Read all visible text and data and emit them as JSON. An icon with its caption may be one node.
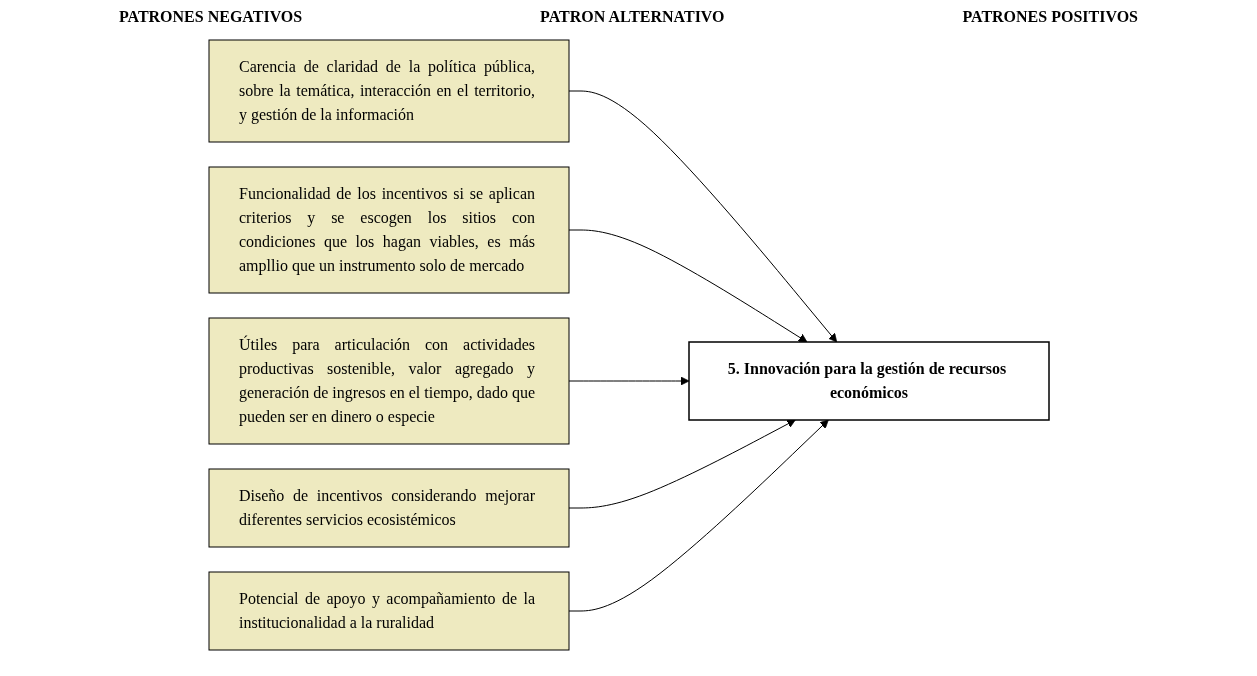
{
  "diagram": {
    "nodes": [
      {
        "text": [
          "Carencia de claridad de la política pública, sobre la temática, interacción en el territorio, y gestión de la información"
        ]
      },
      {
        "text": [
          "5. Innovación para la gestión de recursos económicos"
        ]
      },
      {
        "text": [
          "Funcionalidad de los incentivos si se aplican criterios y se escogen los sitios con condiciones que los hagan viables, es más ampllio que un instrumento solo de mercado"
        ]
      },
      {
        "text": [
          "Útiles para articulación con actividades productivas sostenible, valor agregado y generación de ingresos en el tiempo, dado que pueden ser en dinero o especie"
        ]
      },
      {
        "text": [
          "Diseño de incentivos considerando mejorar diferentes servicios ecosistémicos"
        ]
      },
      {
        "text": [
          "Potencial de apoyo y acompañamiento de la institucionalidad a la ruralidad"
        ]
      }
    ],
    "edges": [
      {
        "from": 0,
        "to": 1,
        "arrow": "to"
      },
      {
        "from": 2,
        "to": 1,
        "arrow": "to"
      },
      {
        "from": 3,
        "to": 1,
        "arrow": "to"
      },
      {
        "from": 4,
        "to": 1,
        "arrow": "to"
      },
      {
        "from": 5,
        "to": 1,
        "arrow": "to"
      }
    ],
    "labels": [
      "PATRONES NEGATIVOS",
      "PATRON ALTERNATIVO",
      "PATRONES POSITIVOS"
    ]
  }
}
